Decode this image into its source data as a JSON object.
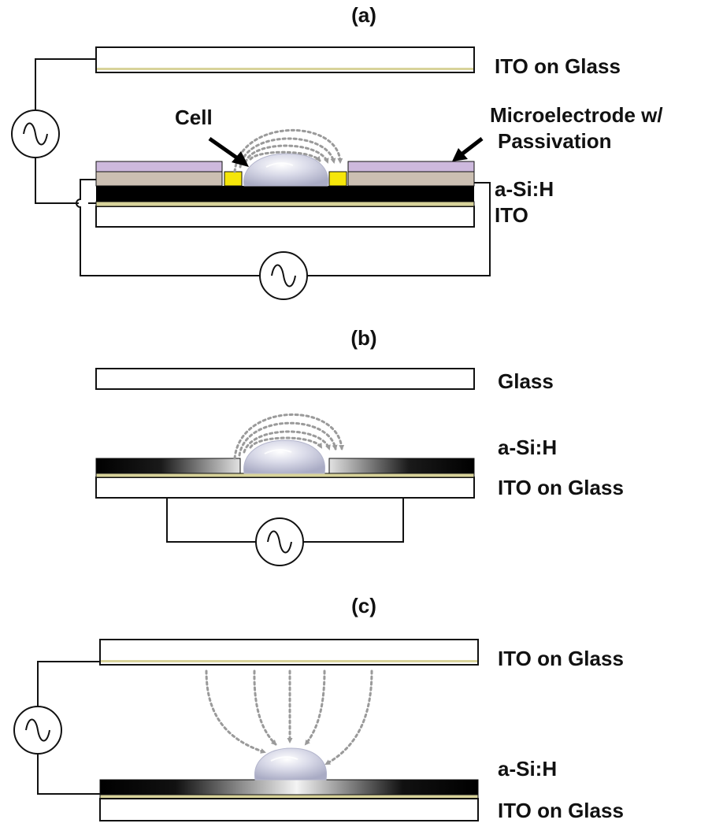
{
  "panels": {
    "a": {
      "title": "(a)",
      "labels": {
        "top": "ITO on Glass",
        "cell": "Cell",
        "micro_line1": "Microelectrode w/",
        "micro_line2": "Passivation",
        "asi": "a-Si:H",
        "ito": "ITO"
      }
    },
    "b": {
      "title": "(b)",
      "labels": {
        "top": "Glass",
        "asi": "a-Si:H",
        "bottom": "ITO on Glass"
      }
    },
    "c": {
      "title": "(c)",
      "labels": {
        "top": "ITO on Glass",
        "asi": "a-Si:H",
        "bottom": "ITO on Glass"
      }
    }
  },
  "colors": {
    "ito": "#d8d39a",
    "passivation": "#cdb9dd",
    "substrate": "#cbbfb2",
    "electrode": "#f5e60a",
    "asi": "#000000",
    "field_arrows": "#9a9a9a",
    "cell": "#c9cbe0"
  },
  "icons": {
    "ac_source": "ac-source-icon",
    "arrow": "arrow-icon",
    "cell": "cell-icon"
  }
}
